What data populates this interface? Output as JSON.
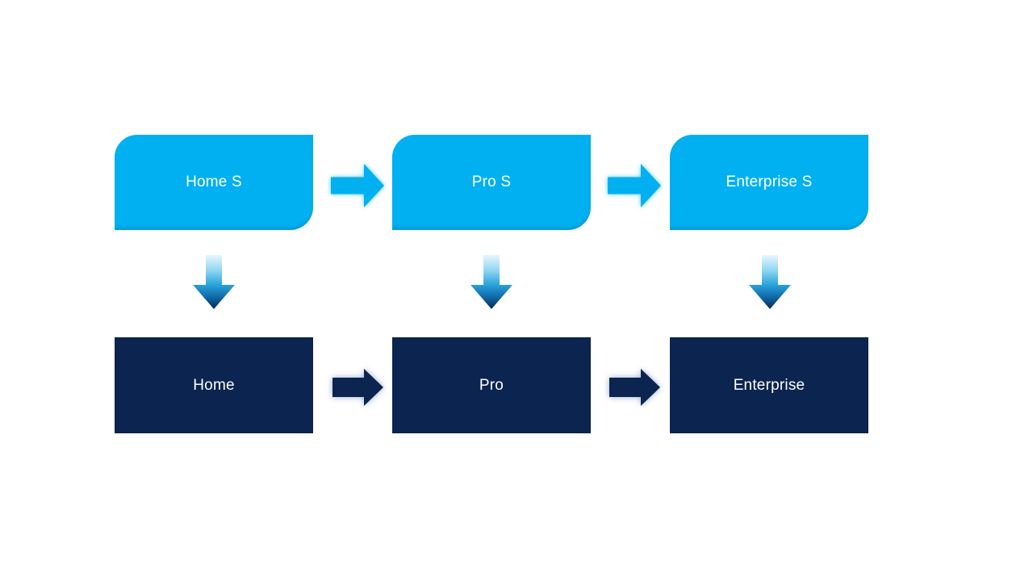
{
  "colors": {
    "light_blue": "#00B0F0",
    "navy": "#0B2450",
    "label_text": "#FFFFFF",
    "background": "#FFFFFF",
    "down_arrow_gradient_top": "#E8F6FD",
    "down_arrow_gradient_mid": "#29A3DB",
    "down_arrow_gradient_bottom": "#0A2550"
  },
  "diagram": {
    "top_row": [
      {
        "label": "Home S"
      },
      {
        "label": "Pro S"
      },
      {
        "label": "Enterprise S"
      }
    ],
    "bottom_row": [
      {
        "label": "Home"
      },
      {
        "label": "Pro"
      },
      {
        "label": "Enterprise"
      }
    ]
  }
}
